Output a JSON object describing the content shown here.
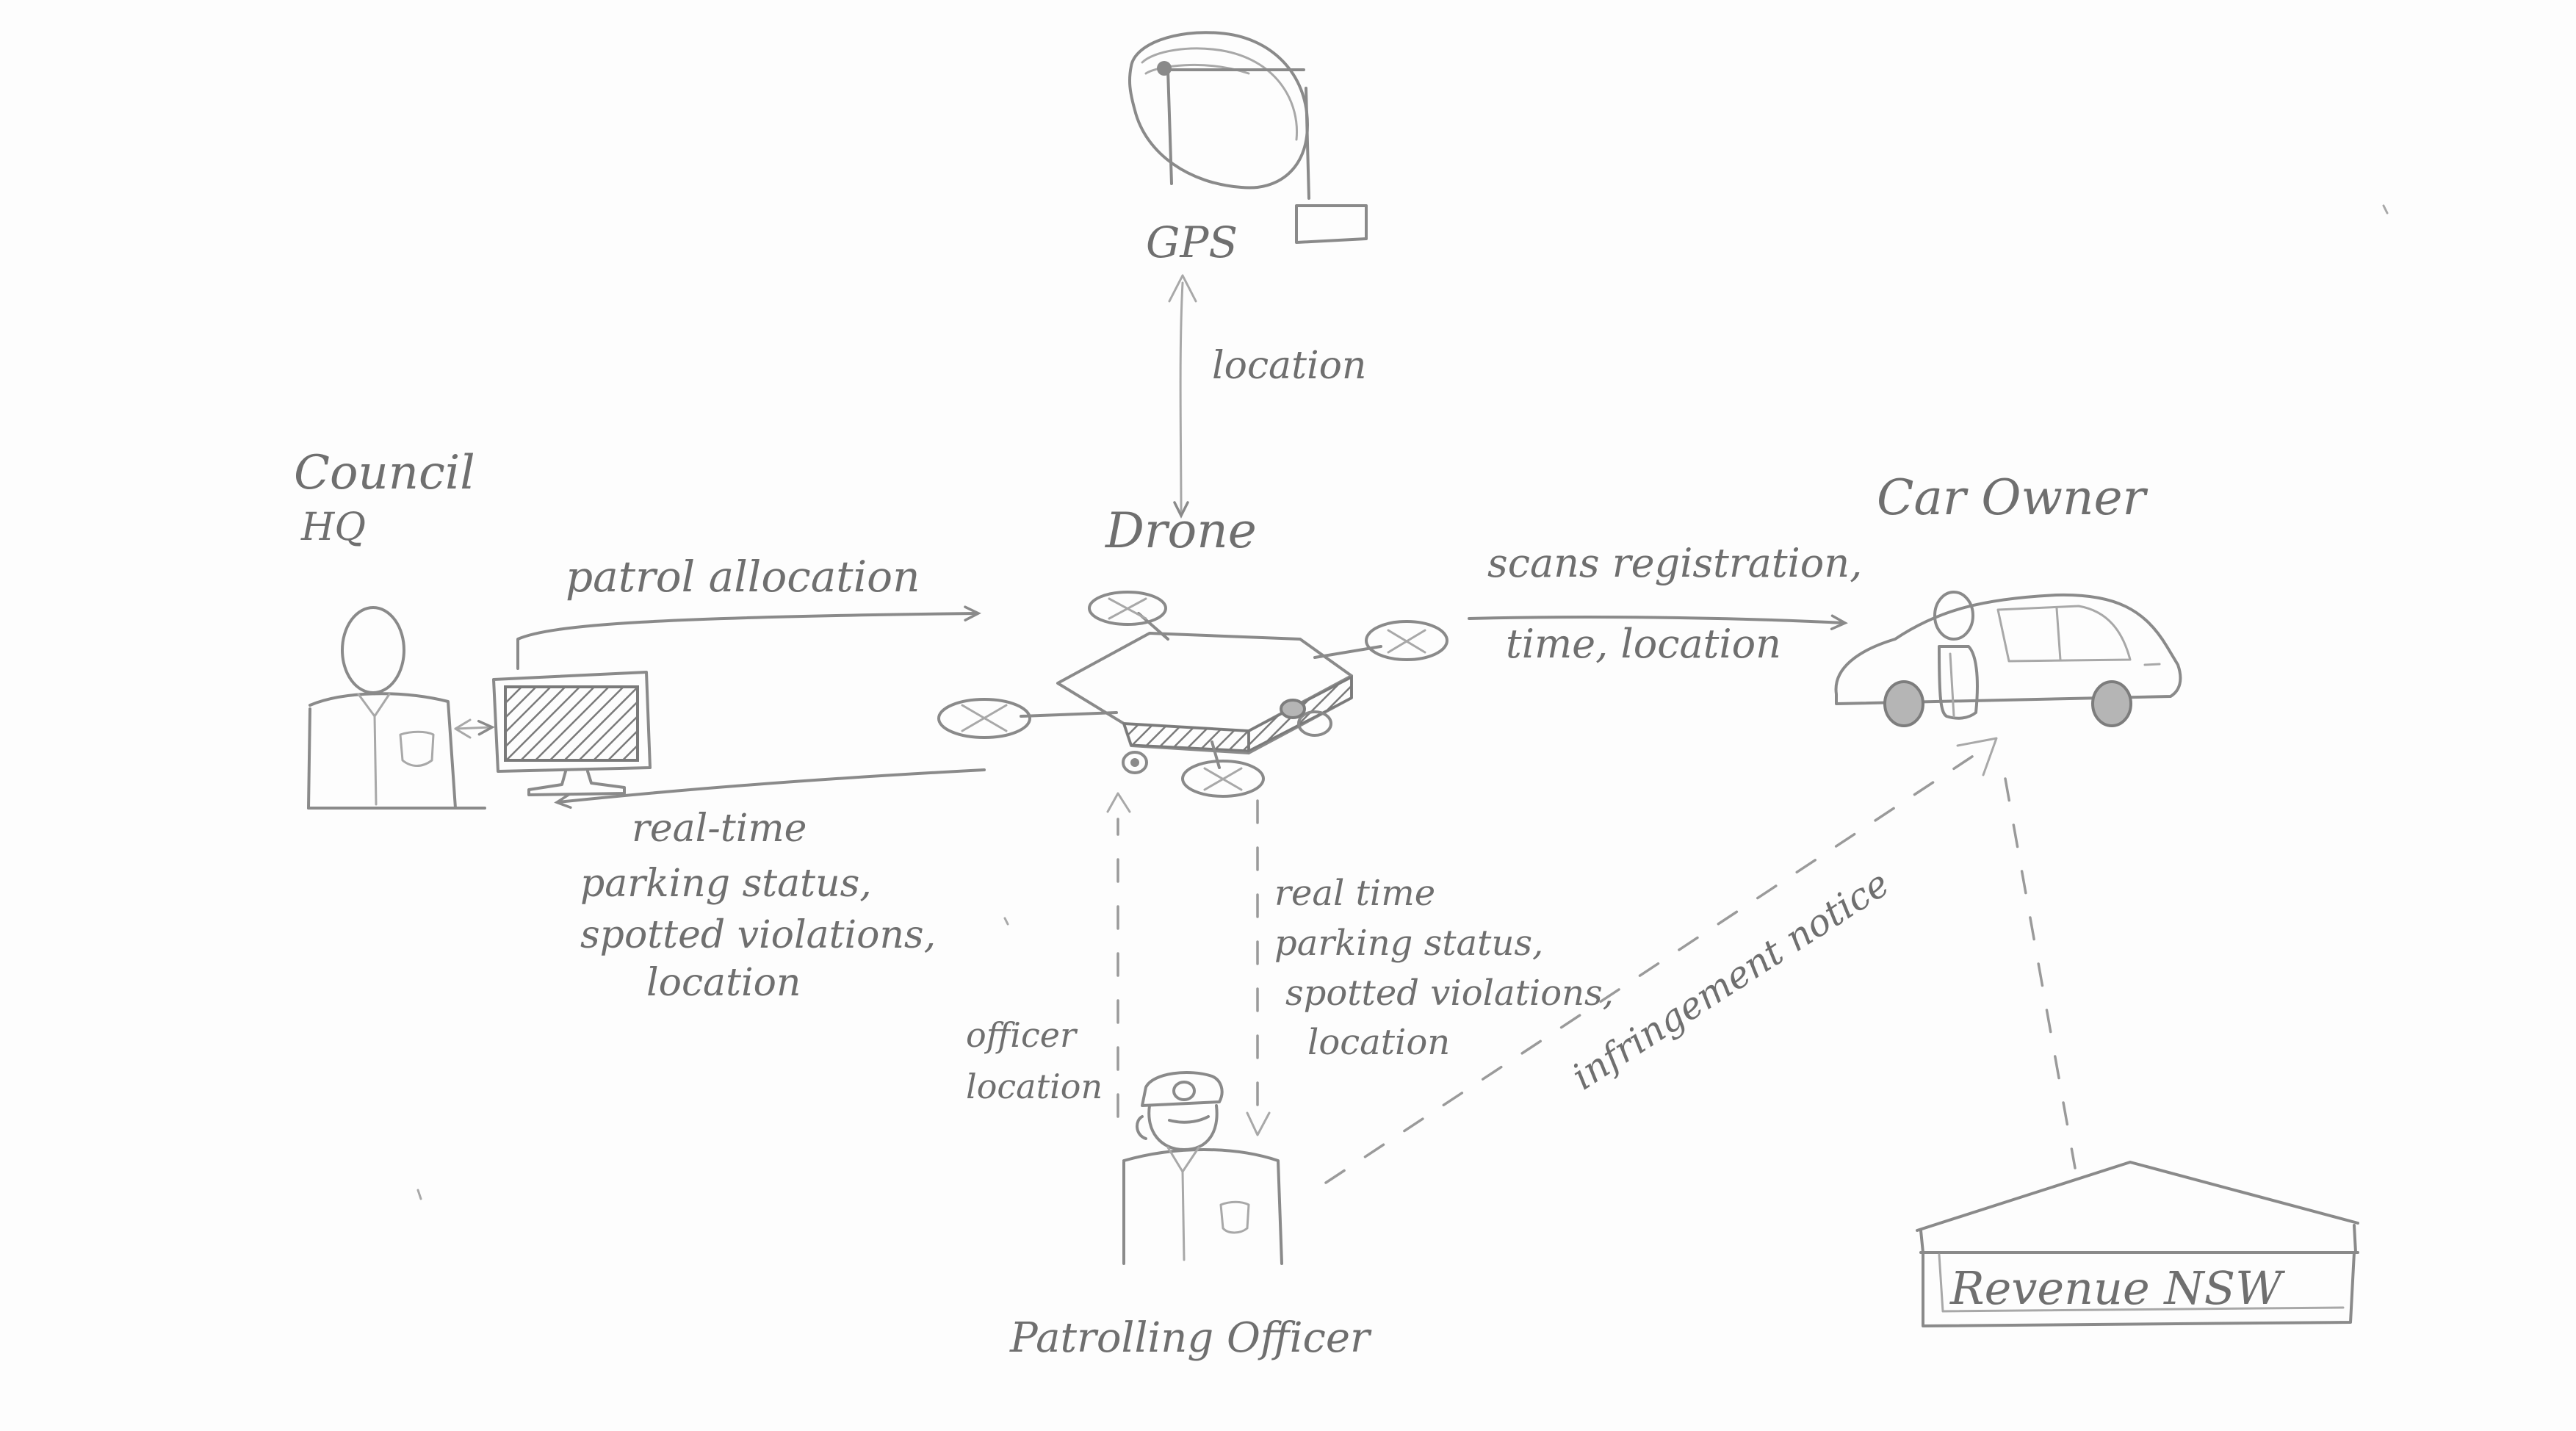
{
  "labels": {
    "gps": "GPS",
    "location_gps": "location",
    "council_line1": "Council",
    "council_line2": "HQ",
    "drone": "Drone",
    "car_owner": "Car Owner",
    "patrol_allocation": "patrol allocation",
    "scans_line1": "scans registration,",
    "scans_line2": "time, location",
    "rt_left_line1": "real-time",
    "rt_left_line2": "parking status,",
    "rt_left_line3": "spotted violations,",
    "rt_left_line4": "location",
    "rt_right_line1": "real time",
    "rt_right_line2": "parking status,",
    "rt_right_line3": "spotted violations,",
    "rt_right_line4": "location",
    "officer_loc_line1": "officer",
    "officer_loc_line2": "location",
    "infringement_notice": "infringement notice",
    "patrolling_officer": "Patrolling Officer",
    "revenue_nsw": "Revenue NSW"
  },
  "icons": [
    "satellite-dish-icon",
    "drone-icon",
    "monitor-icon",
    "person-icon",
    "officer-icon",
    "car-icon",
    "building-icon"
  ]
}
